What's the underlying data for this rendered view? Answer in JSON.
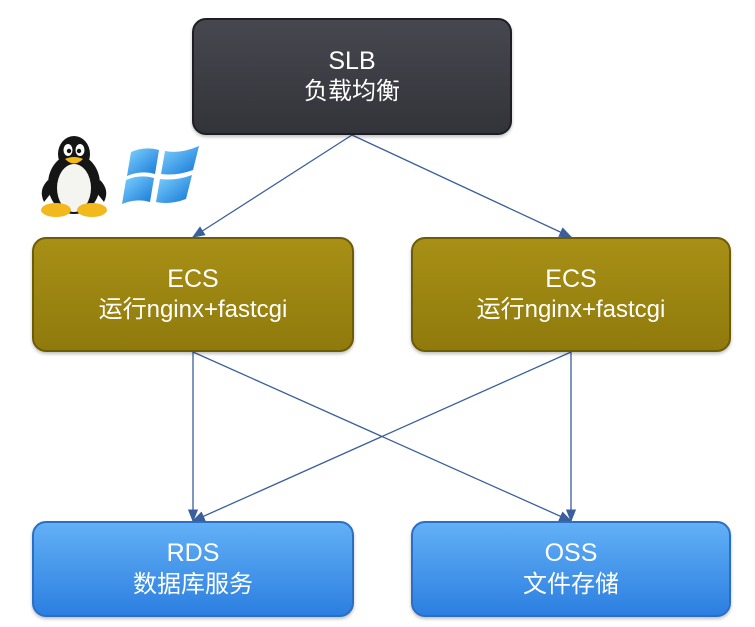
{
  "nodes": {
    "slb": {
      "title": "SLB",
      "subtitle": "负载均衡"
    },
    "ecs_left": {
      "title": "ECS",
      "subtitle": "运行nginx+fastcgi"
    },
    "ecs_right": {
      "title": "ECS",
      "subtitle": "运行nginx+fastcgi"
    },
    "rds": {
      "title": "RDS",
      "subtitle": "数据库服务"
    },
    "oss": {
      "title": "OSS",
      "subtitle": "文件存储"
    }
  },
  "icons": [
    "linux-tux-icon",
    "windows-logo-icon"
  ],
  "colors": {
    "slb": "#3a3a42",
    "ecs": "#9c860f",
    "storage": "#3f93ec",
    "connector": "#3a5f9c"
  },
  "edges": [
    {
      "from": "slb",
      "to": "ecs_left"
    },
    {
      "from": "slb",
      "to": "ecs_right"
    },
    {
      "from": "ecs_left",
      "to": "rds"
    },
    {
      "from": "ecs_left",
      "to": "oss"
    },
    {
      "from": "ecs_right",
      "to": "rds"
    },
    {
      "from": "ecs_right",
      "to": "oss"
    }
  ]
}
